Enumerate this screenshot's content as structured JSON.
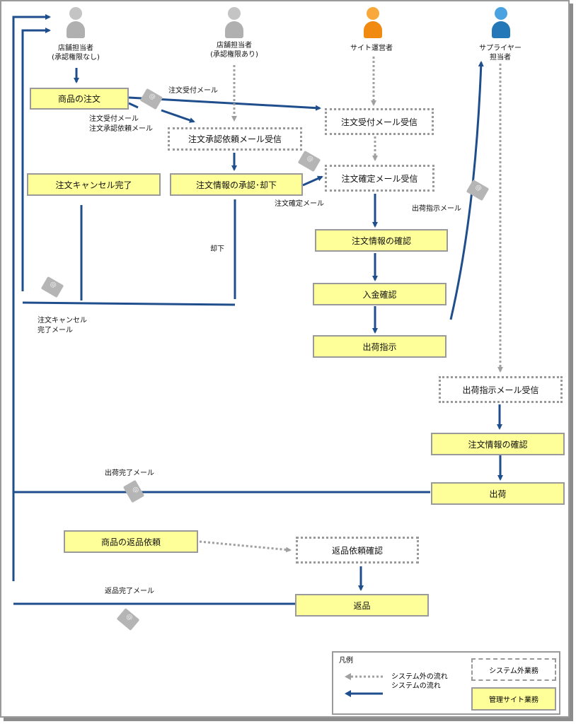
{
  "actors": [
    {
      "id": "store-no-approval",
      "line1": "店舗担当者",
      "line2": "(承認権限なし)",
      "color": "#b0b0b0"
    },
    {
      "id": "store-approval",
      "line1": "店舗担当者",
      "line2": "(承認権限あり)",
      "color": "#b0b0b0"
    },
    {
      "id": "site-operator",
      "line1": "サイト運営者",
      "line2": "",
      "color": "#f5931e"
    },
    {
      "id": "supplier",
      "line1": "サプライヤー",
      "line2": "担当者",
      "color": "#2d87c9"
    }
  ],
  "nodes": {
    "order_product": "商品の注文",
    "approval_request_received": "注文承認依頼メール受信",
    "order_accept_received": "注文受付メール受信",
    "cancel_done": "注文キャンセル完了",
    "approve_reject": "注文情報の承認･却下",
    "order_confirm_received": "注文確定メール受信",
    "check_order_info_site": "注文情報の確認",
    "payment_check": "入金確認",
    "ship_instruction": "出荷指示",
    "ship_instruction_received": "出荷指示メール受信",
    "check_order_info_supplier": "注文情報の確認",
    "ship": "出荷",
    "return_request": "商品の返品依頼",
    "return_request_check": "返品依頼確認",
    "return": "返品"
  },
  "edge_labels": {
    "order_accept_mail": "注文受付メール",
    "order_accept_and_approval_mail_1": "注文受付メール",
    "order_accept_and_approval_mail_2": "注文承認依頼メール",
    "reject": "却下",
    "order_confirm_mail": "注文確定メール",
    "cancel_done_mail_1": "注文キャンセル",
    "cancel_done_mail_2": "完了メール",
    "ship_instruction_mail": "出荷指示メール",
    "ship_done_mail": "出荷完了メール",
    "return_done_mail": "返品完了メール"
  },
  "legend": {
    "title": "凡例",
    "external_flow": "システム外の流れ",
    "system_flow": "システムの流れ",
    "external_task": "システム外業務",
    "site_task": "管理サイト業務"
  },
  "colors": {
    "system_flow": "#1f4e8c",
    "external_flow": "#a0a0a0",
    "site_task_fill": "#ffff99",
    "border": "#9a9a9a"
  }
}
